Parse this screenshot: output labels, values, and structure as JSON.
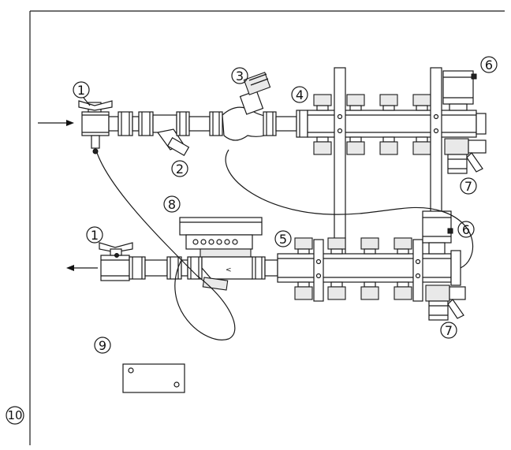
{
  "labels": {
    "c1_top": "1",
    "c2": "2",
    "c3": "3",
    "c4": "4",
    "c5": "5",
    "c6_top": "6",
    "c6_bottom": "6",
    "c7_top": "7",
    "c7_bottom": "7",
    "c8": "8",
    "c1_bottom": "1",
    "c9": "9",
    "c10": "10"
  },
  "colors": {
    "line": "#1a1a1a",
    "background": "#ffffff"
  }
}
